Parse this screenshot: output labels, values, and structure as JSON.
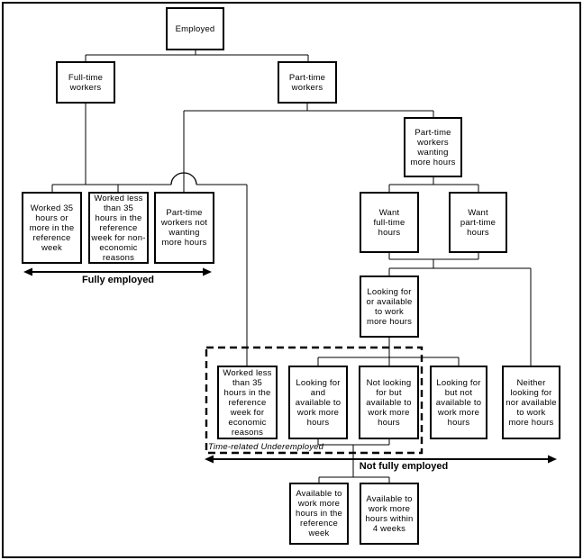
{
  "diagram": {
    "nodes": {
      "employed": "Employed",
      "full_time_workers": "Full-time\nworkers",
      "part_time_workers": "Part-time\nworkers",
      "worked_35_plus": "Worked 35\nhours or\nmore in the\nreference\nweek",
      "worked_less_non_economic": "Worked less\nthan 35\nhours in the\nreference\nweek for non-\neconomic\nreasons",
      "pt_not_wanting_more": "Part-time\nworkers not\nwanting\nmore hours",
      "pt_wanting_more": "Part-time\nworkers\nwanting\nmore hours",
      "want_full_time": "Want\nfull-time\nhours",
      "want_part_time": "Want\npart-time\nhours",
      "looking_or_available": "Looking for\nor available\nto work\nmore hours",
      "worked_less_economic": "Worked less\nthan 35\nhours in the\nreference\nweek for\neconomic\nreasons",
      "looking_and_available": "Looking for\nand\navailable to\nwork more\nhours",
      "not_looking_but_available": "Not looking\nfor but\navailable to\nwork more\nhours",
      "looking_but_not_available": "Looking for\nbut not\navailable to\nwork more\nhours",
      "neither_looking_nor_available": "Neither\nlooking for\nnor available\nto work\nmore hours",
      "available_ref_week": "Available to\nwork more\nhours in the\nreference\nweek",
      "available_4_weeks": "Available to\nwork more\nhours within\n4 weeks"
    },
    "section_labels": {
      "fully_employed": "Fully employed",
      "not_fully_employed": "Not fully employed",
      "time_related_underemployed": "Time-related Underemployed"
    },
    "colors": {
      "line": "#000000",
      "background": "#ffffff"
    }
  }
}
